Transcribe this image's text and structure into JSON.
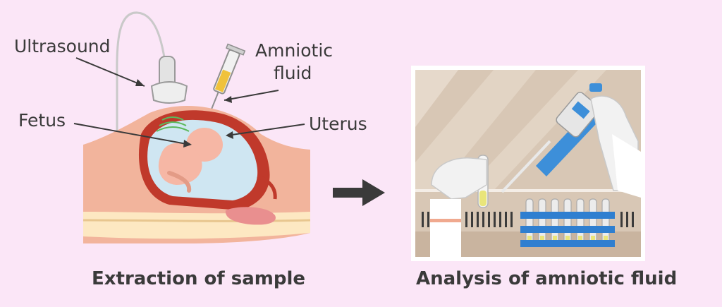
{
  "left_panel": {
    "labels": {
      "ultrasound": "Ultrasound",
      "amniotic_fluid_line1": "Amniotic",
      "amniotic_fluid_line2": "fluid",
      "fetus": "Fetus",
      "uterus": "Uterus"
    },
    "caption": "Extraction of sample"
  },
  "right_panel": {
    "caption": "Analysis of amniotic fluid"
  },
  "colors": {
    "background": "#fbe6f7",
    "text": "#3a3a3a",
    "accent_blue": "#3d8fd9",
    "skin": "#f4b9a0",
    "uterus_red": "#c0392b",
    "fluid": "#cfe6f2"
  }
}
